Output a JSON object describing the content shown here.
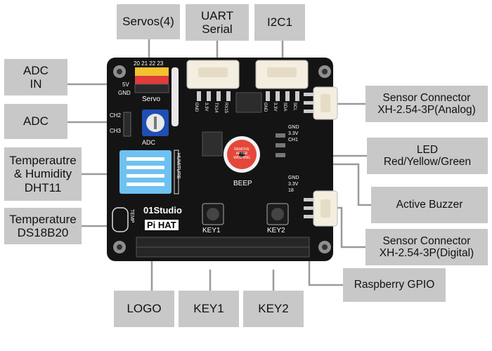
{
  "labels": {
    "servos": "Servos(4)",
    "uart": "UART\nSerial",
    "i2c": "I2C1",
    "adc_in": "ADC\nIN",
    "adc": "ADC",
    "dht11": "Temperautre\n& Humidity\nDHT11",
    "ds18b20": "Temperature\nDS18B20",
    "sensor_analog": "Sensor Connector\nXH-2.54-3P(Analog)",
    "led": "LED\nRed/Yellow/Green",
    "buzzer": "Active Buzzer",
    "sensor_digital": "Sensor Connector\nXH-2.54-3P(Digital)",
    "gpio": "Raspberry GPIO",
    "logo": "LOGO",
    "key1": "KEY1",
    "key2": "KEY2"
  },
  "board": {
    "servo_pins": "20  21  22  23",
    "v5": "5V",
    "gnd": "GND",
    "servo": "Servo",
    "ch2": "CH2",
    "ch3": "CH3",
    "adc_silk": "ADC",
    "humiture": "HUMITURE",
    "temp": "TEMP",
    "brand": "01Studio",
    "pihat": "Pi HAT",
    "key1": "KEY1",
    "key2": "KEY2",
    "beep": "BEEP",
    "buzzer_text": "REMOVE AFTER WASHING",
    "right_top_pins": [
      "GND",
      "3.3V",
      "CH1"
    ],
    "right_bottom_pins": [
      "GND",
      "3.3V",
      "18"
    ],
    "uart_pins": [
      "GND",
      "3.3V",
      "TX14",
      "RX15"
    ],
    "i2c_pins": [
      "GND",
      "3.3V",
      "SDA",
      "SCL"
    ]
  },
  "colors": {
    "label_bg": "#c8c8c8",
    "line": "#9a9a9a",
    "board": "#141414",
    "dht": "#6ec1f0",
    "pot": "#1f4fb5"
  }
}
